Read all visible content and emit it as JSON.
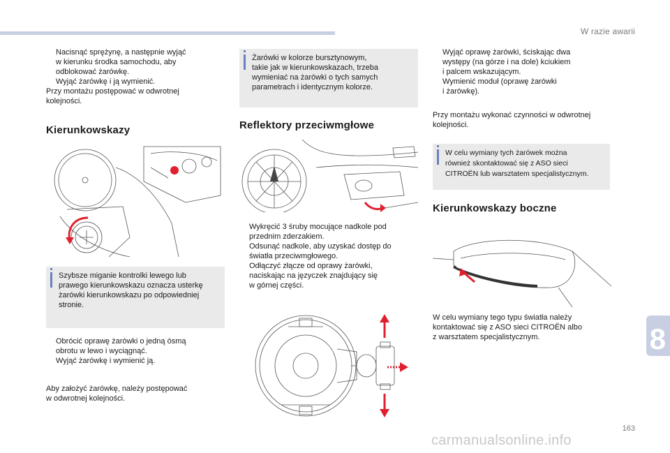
{
  "header": {
    "section": "W razie awarii"
  },
  "col1": {
    "intro_bullets": [
      [
        "Nacisnąć sprężynę, a następnie wyjąć",
        "w kierunku środka samochodu, aby",
        "odblokować żarówkę."
      ],
      [
        "Wyjąć żarówkę i ją wymienić."
      ]
    ],
    "intro_after": [
      "Przy montażu postępować w odwrotnej",
      "kolejności."
    ],
    "heading": "Kierunkowskazy",
    "info": [
      "Szybsze miganie kontrolki lewego lub",
      "prawego kierunkowskazu oznacza usterkę",
      "żarówki kierunkowskazu po odpowiedniej",
      "stronie."
    ],
    "bullets": [
      [
        "Obrócić oprawę żarówki o jedną ósmą",
        "obrotu w lewo i wyciągnąć."
      ],
      [
        "Wyjąć żarówkę i wymienić ją."
      ]
    ],
    "outro": [
      "Aby założyć żarówkę, należy postępować",
      "w odwrotnej kolejności."
    ]
  },
  "col2": {
    "info": [
      "Żarówki w kolorze bursztynowym,",
      "takie jak w kierunkowskazach, trzeba",
      "wymieniać na żarówki o tych samych",
      "parametrach i identycznym kolorze."
    ],
    "heading": "Reflektory przeciwmgłowe",
    "bullets": [
      [
        "Wykręcić 3 śruby mocujące nadkole pod",
        "przednim zderzakiem."
      ],
      [
        "Odsunąć nadkole, aby uzyskać dostęp do",
        "światła przeciwmgłowego."
      ],
      [
        "Odłączyć złącze od oprawy żarówki,",
        "naciskając na języczek znajdujący się",
        "w górnej części."
      ]
    ]
  },
  "col3": {
    "bullets": [
      [
        "Wyjąć oprawę żarówki, ściskając dwa",
        "występy (na górze i na dole) kciukiem",
        "i palcem wskazującym."
      ],
      [
        "Wymienić moduł (oprawę żarówki",
        "i żarówkę)."
      ]
    ],
    "after": [
      "Przy montażu wykonać czynności w odwrotnej",
      "kolejności."
    ],
    "info": [
      "W celu wymiany tych żarówek można",
      "również skontaktować się z ASO sieci",
      "CITROËN lub warsztatem specjalistycznym."
    ],
    "heading": "Kierunkowskazy boczne",
    "outro": [
      "W celu wymiany tego typu światła należy",
      "kontaktować się z ASO sieci CITROËN albo",
      "z warsztatem specjalistycznym."
    ]
  },
  "bullet_glyph": "",
  "chapter": "8",
  "page_number": "163",
  "watermark": "carmanualsonline.info",
  "colors": {
    "accent": "#c9cfe3",
    "info_bar": "#6a7fbf",
    "arrow_red": "#e0202e",
    "info_bg": "#eaeaea"
  }
}
